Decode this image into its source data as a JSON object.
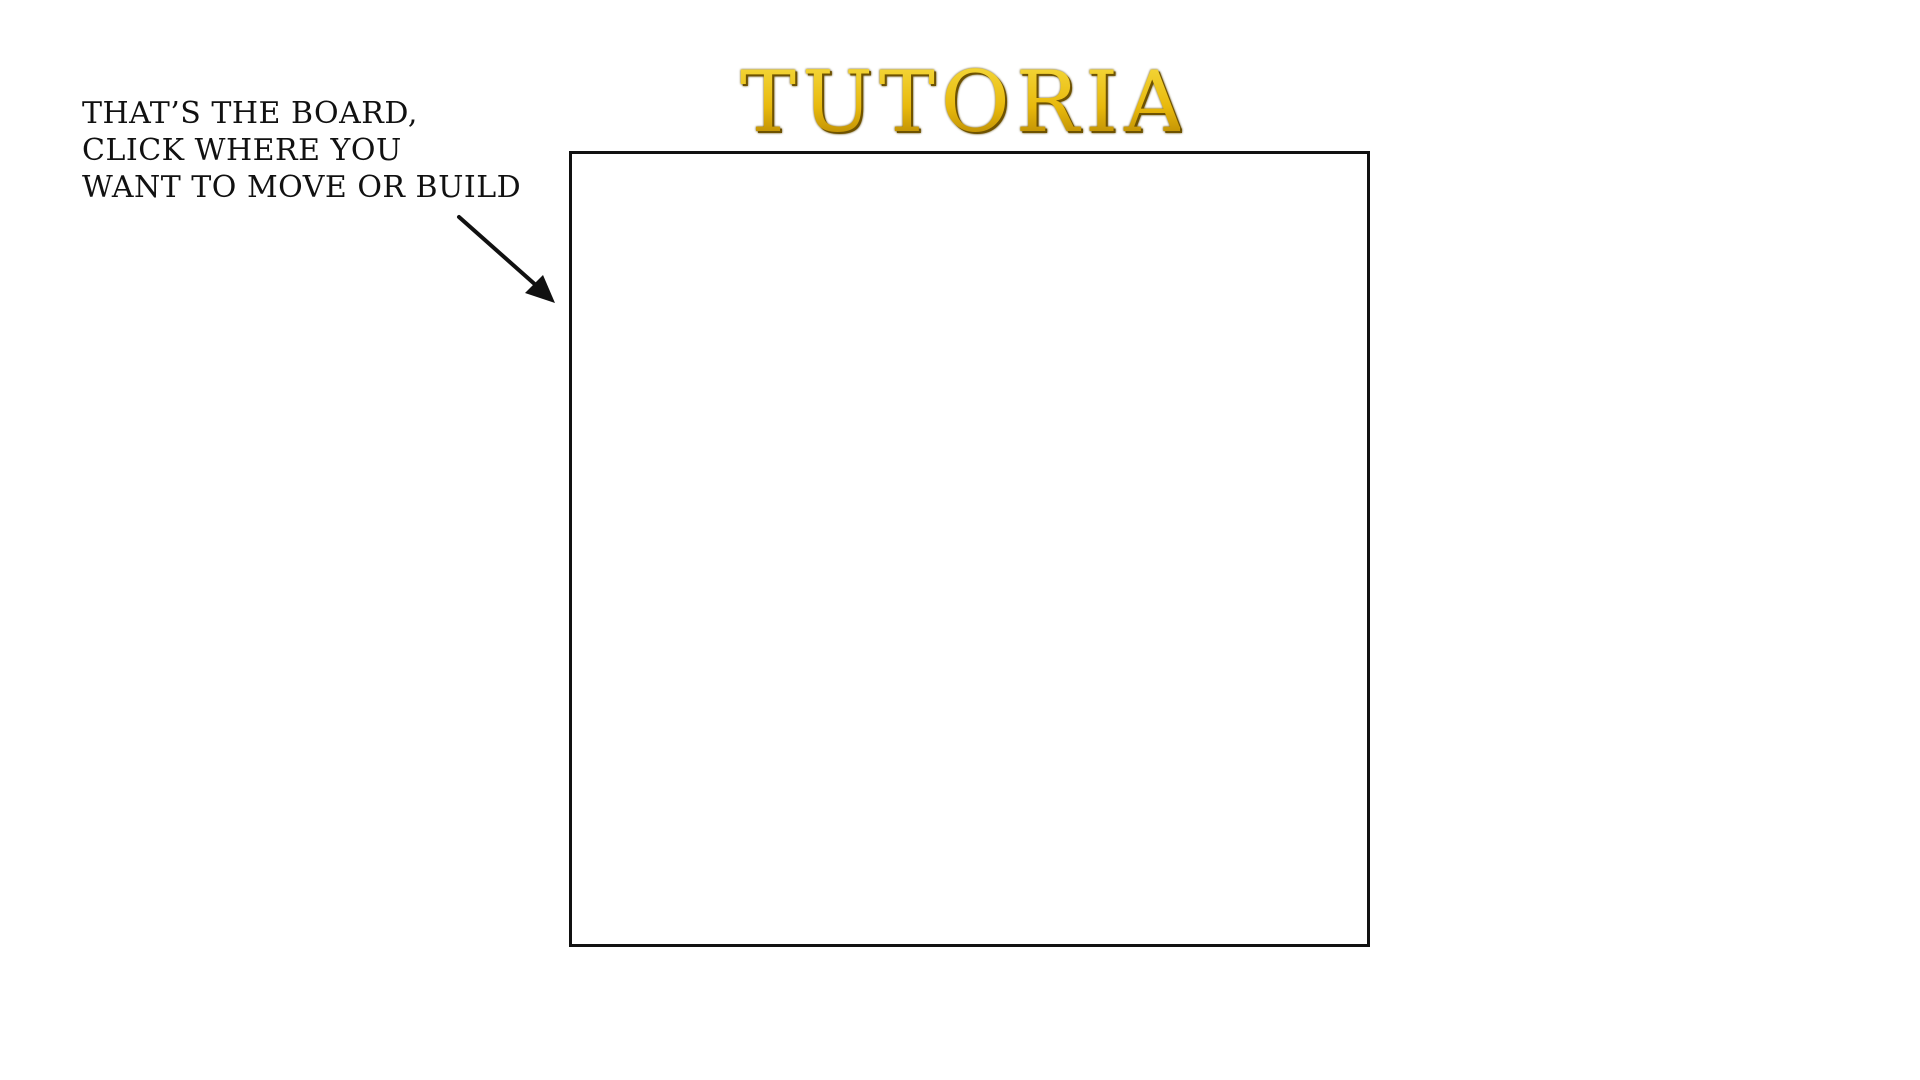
{
  "title": "TUTORIAL",
  "hint": {
    "lines": [
      "That’s the board,",
      "click where you",
      "want to move or build"
    ]
  },
  "colors": {
    "title_gold": "#e2b70a",
    "title_shadow": "#6e5200",
    "board_border": "#111111",
    "text": "#111111",
    "background": "#ffffff"
  },
  "icons": {
    "pointer": "arrow-icon"
  }
}
